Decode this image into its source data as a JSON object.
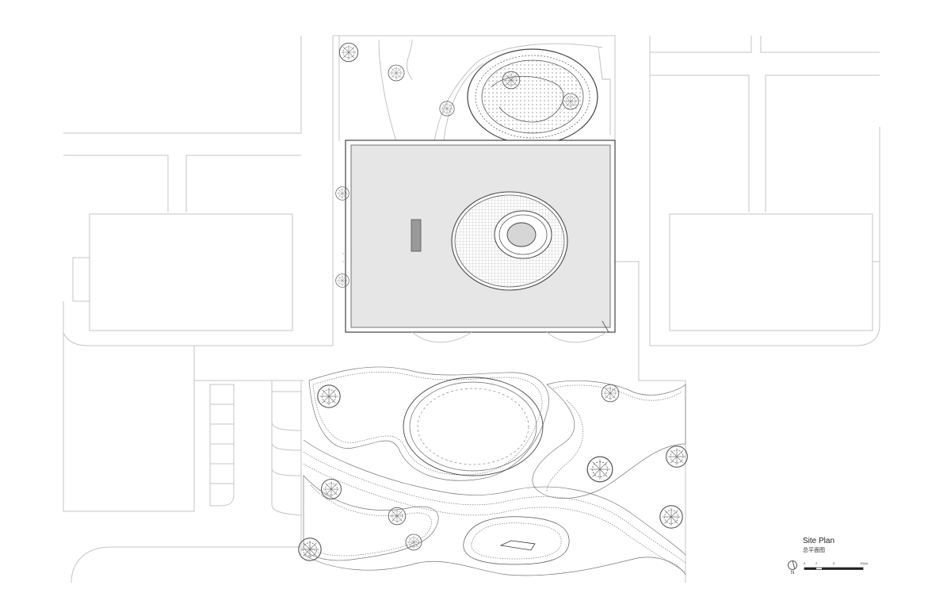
{
  "legend": {
    "title": "Site Plan",
    "subtitle": "总平面图",
    "north_label": "N",
    "scale_ticks": [
      "0",
      "2",
      "5",
      "10(m)"
    ]
  },
  "colors": {
    "line": "#bdbdbd",
    "line_dark": "#555555",
    "roof_fill": "#e8e8e8",
    "skylight_fill": "#d9d9d9",
    "tree": "#444444"
  },
  "icons": [
    "north-arrow-icon",
    "scale-bar-icon",
    "tree-icon"
  ]
}
